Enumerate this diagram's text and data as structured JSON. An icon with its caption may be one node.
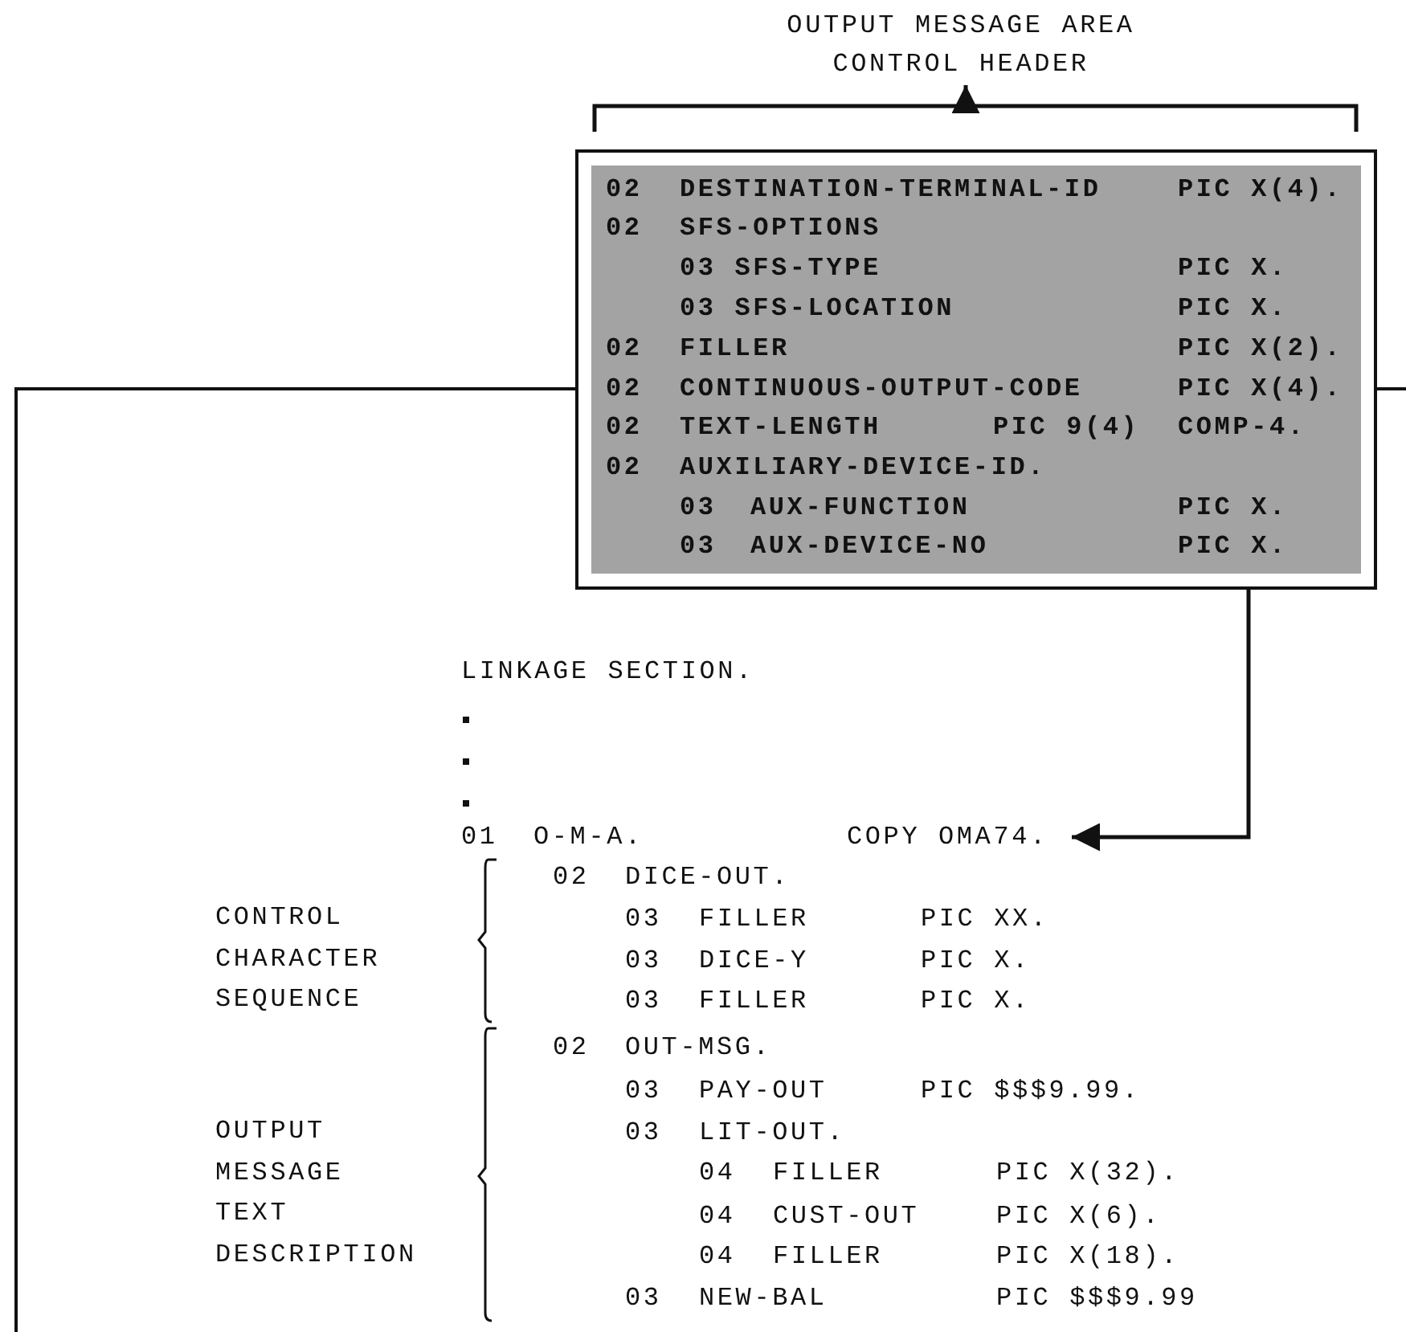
{
  "diagram": {
    "nodes": [
      {
        "text": [
          "OUTPUT MESSAGE AREA CONTROL HEADER"
        ]
      },
      {
        "text": [
          "02",
          "DESTINATION-TERMINAL-ID",
          "PIC X(4).",
          "02",
          "SFS-OPTIONS",
          "03 SFS-TYPE",
          "PIC X.",
          "03 SFS-LOCATION",
          "PIC X.",
          "02",
          "FILLER",
          "PIC X(2).",
          "02",
          "CONTINUOUS-OUTPUT-CODE",
          "PIC X(4).",
          "02",
          "TEXT-LENGTH",
          "PIC 9(4)",
          "COMP-4.",
          "02",
          "AUXILIARY-DEVICE-ID.",
          "03",
          "AUX-FUNCTION",
          "PIC X.",
          "03",
          "AUX-DEVICE-NO",
          "PIC X."
        ]
      },
      {
        "text": [
          "COPY OMA74."
        ]
      }
    ],
    "edges": [
      {
        "from": 1,
        "to": 0,
        "arrow": "to"
      },
      {
        "from": 1,
        "to": 2,
        "arrow": "to"
      }
    ],
    "labels": [
      "LINKAGE SECTION.",
      "01",
      "O-M-A.",
      "02",
      "DICE-OUT.",
      "CONTROL CHARACTER SEQUENCE",
      "03",
      "FILLER",
      "PIC XX.",
      "03",
      "DICE-Y",
      "PIC X.",
      "03",
      "FILLER",
      "PIC X.",
      "02",
      "OUT-MSG.",
      "03",
      "PAY-OUT",
      "PIC $$$9.99.",
      "OUTPUT MESSAGE TEXT DESCRIPTION",
      "03",
      "LIT-OUT.",
      "04",
      "FILLER",
      "PIC X(32).",
      "04",
      "CUST-OUT",
      "PIC X(6).",
      "04",
      "FILLER",
      "PIC X(18).",
      "03",
      "NEW-BAL",
      "PIC $$$9.99"
    ]
  }
}
